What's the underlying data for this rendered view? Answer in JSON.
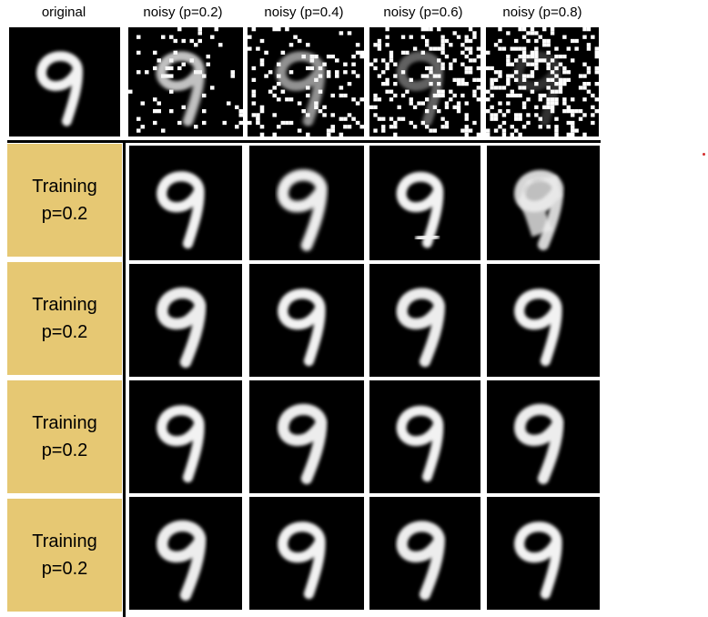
{
  "headers": [
    "original",
    "noisy (p=0.2)",
    "noisy (p=0.4)",
    "noisy (p=0.6)",
    "noisy (p=0.8)"
  ],
  "rows": [
    {
      "line1": "Training",
      "line2": "p=0.2"
    },
    {
      "line1": "Training",
      "line2": "p=0.2"
    },
    {
      "line1": "Training",
      "line2": "p=0.2"
    },
    {
      "line1": "Training",
      "line2": "p=0.2"
    }
  ],
  "colors": {
    "label_bg": "#e6c873",
    "digit": "#f2f2f2",
    "image_bg": "#000000",
    "marker": "#d32f2f"
  }
}
